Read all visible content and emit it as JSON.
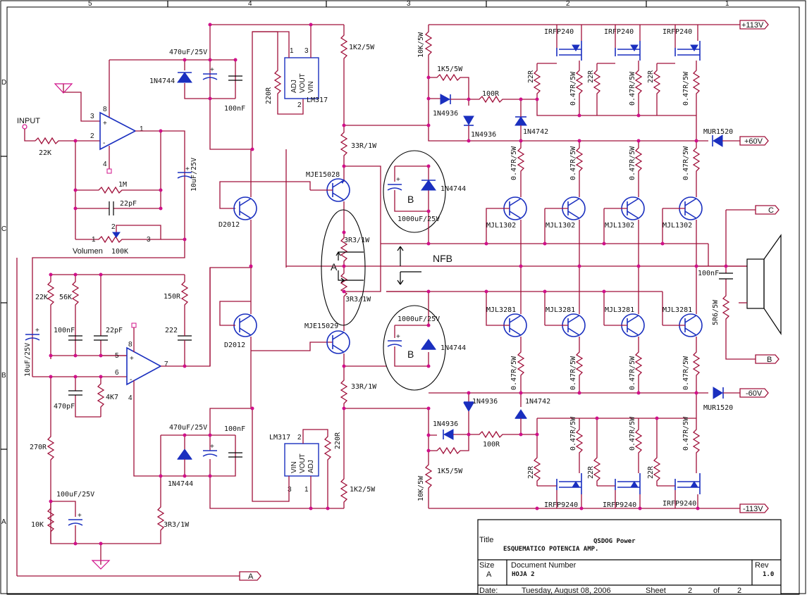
{
  "border": {
    "top_zones": [
      "5",
      "4",
      "3",
      "2",
      "1"
    ],
    "left_zones": [
      "D",
      "C",
      "B",
      "A"
    ]
  },
  "rails": {
    "pos113": "+113V",
    "pos60": "+60V",
    "neg60": "-60V",
    "neg113": "-113V",
    "out_c": "C",
    "out_b": "B",
    "in_a": "A"
  },
  "input": {
    "label": "INPUT",
    "r22k": "22K"
  },
  "opamp1": {
    "pins": [
      "3",
      "2",
      "8",
      "4",
      "1"
    ],
    "fb_r": "1M",
    "fb_c": "22pF",
    "pot": "100K",
    "pot_name": "Volumen",
    "pot_pins": [
      "1",
      "2",
      "3"
    ],
    "cap": "10uF/25V"
  },
  "opamp2": {
    "pins": [
      "5",
      "6",
      "8",
      "4",
      "7"
    ],
    "r22k": "22K",
    "r56k": "56K",
    "c100n": "100nF",
    "c22p": "22pF",
    "c470p": "470pF",
    "r4k7": "4K7",
    "r150": "150R",
    "c222": "222",
    "c10u": "10uF/25V",
    "r270": "270R",
    "r10k": "10K",
    "c100u": "100uF/25V",
    "r3r3": "3R3/1W"
  },
  "reg_top": {
    "cap": "470uF/25V",
    "zener": "1N4744",
    "c100n": "100nF",
    "r220": "220R",
    "ic": "LM317",
    "pins": [
      "ADJ",
      "VOUT",
      "VIN"
    ],
    "pin_nums": [
      "1",
      "3",
      "2"
    ]
  },
  "reg_bot": {
    "cap": "470uF/25V",
    "zener": "1N4744",
    "c100n": "100nF",
    "r220": "220R",
    "ic": "LM317",
    "pins": [
      "VIN",
      "VOUT",
      "ADJ"
    ],
    "pin_nums": [
      "2",
      "3",
      "1"
    ]
  },
  "driver": {
    "r1k2_top": "1K2/5W",
    "r33_top": "33R/1W",
    "r1k2_bot": "1K2/5W",
    "r33_bot": "33R/1W",
    "q_mje_top": "MJE15028",
    "q_mje_bot": "MJE15029",
    "q_d_top": "D2012",
    "q_d_bot": "D2012",
    "r3r3_top": "3R3/1W",
    "r3r3_bot": "3R3/1W",
    "b_cap_top": "1000uF/25V",
    "b_cap_bot": "1000uF/25V",
    "b_zener": "1N4744",
    "label_a": "A",
    "label_b": "B",
    "nfb": "NFB"
  },
  "output_top": {
    "mosfets": [
      "IRFP240",
      "IRFP240",
      "IRFP240"
    ],
    "r22": "22R",
    "r047": "0.47R/5W",
    "r10k": "10K/5W",
    "r1k5": "1K5/5W",
    "r100": "100R",
    "d4936": "1N4936",
    "d4742": "1N4742",
    "bjts": [
      "MJL1302",
      "MJL1302",
      "MJL1302",
      "MJL1302"
    ],
    "mur": "MUR1520"
  },
  "output_bot": {
    "mosfets": [
      "IRFP9240",
      "IRFP9240",
      "IRFP9240"
    ],
    "r22": "22R",
    "r047": "0.47R/5W",
    "r10k": "10K/5W",
    "r1k5": "1K5/5W",
    "r100": "100R",
    "d4936": "1N4936",
    "d4742": "1N4742",
    "bjts": [
      "MJL3281",
      "MJL3281",
      "MJL3281",
      "MJL3281"
    ],
    "mur": "MUR1520"
  },
  "speaker": {
    "c100n": "100nF",
    "r5r6": "5R6/5W"
  },
  "title_block": {
    "title_label": "Title",
    "title_line1": "QSDOG Power",
    "title_line2": "ESQUEMATICO POTENCIA  AMP.",
    "size_label": "Size",
    "size_value": "A",
    "docnum_label": "Document Number",
    "docnum_value": "HOJA 2",
    "rev_label": "Rev",
    "rev_value": "1.0",
    "date_label": "Date:",
    "date_value": "Tuesday, August 08, 2006",
    "sheet_label": "Sheet",
    "sheet_value": "2",
    "of_label": "of",
    "of_value": "2"
  }
}
